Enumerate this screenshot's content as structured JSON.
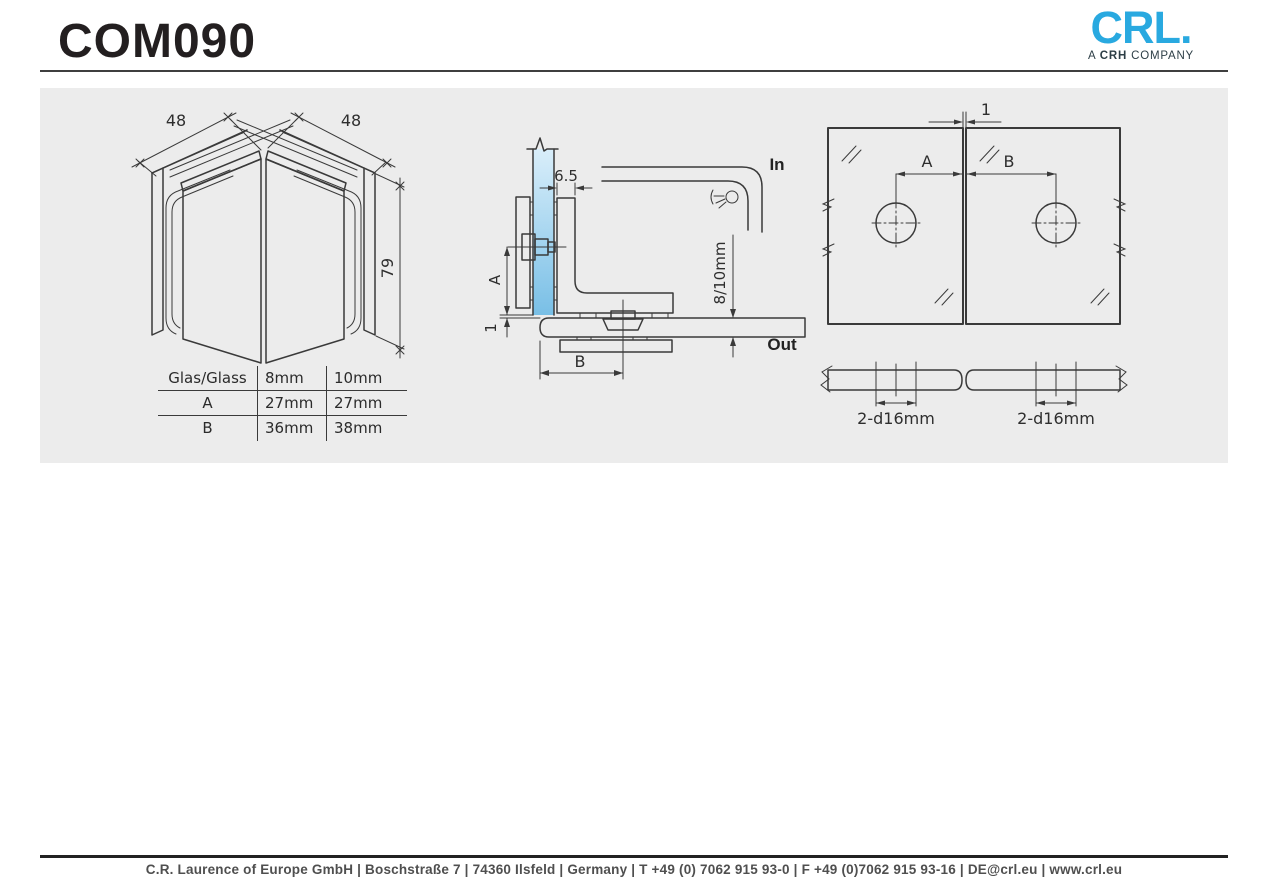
{
  "page": {
    "title": "COM090"
  },
  "logo": {
    "brand": "CRL.",
    "tagline_a": "A",
    "tagline_b": "CRH",
    "tagline_c": "COMPANY"
  },
  "iso_view": {
    "dim_left": "48",
    "dim_right": "48",
    "dim_height": "79"
  },
  "spec_table": {
    "rows": [
      [
        "Glas/Glass",
        "8mm",
        "10mm"
      ],
      [
        "A",
        "27mm",
        "27mm"
      ],
      [
        "B",
        "36mm",
        "38mm"
      ]
    ]
  },
  "section_view": {
    "dim_top": "6.5",
    "dim_a": "A",
    "dim_one": "1",
    "dim_b": "B",
    "dim_thickness": "8/10mm",
    "label_in": "In",
    "label_out": "Out"
  },
  "panel_view": {
    "dim_gap": "1",
    "dim_a": "A",
    "dim_b": "B",
    "label_left": "2-d16mm",
    "label_right": "2-d16mm"
  },
  "footer": {
    "text": "C.R. Laurence of Europe GmbH | Boschstraße 7 | 74360 Ilsfeld | Germany | T +49 (0) 7062 915 93-0 | F +49 (0)7062 915 93-16 | DE@crl.eu | www.crl.eu"
  },
  "colors": {
    "accent": "#29a9e0",
    "tagline": "#2d3e46",
    "panel_bg": "#ececec",
    "glass_light": "#d2eaf8",
    "glass_mid": "#8cc9ec",
    "line": "#3a3a3a",
    "footer_text": "#4f4f4f"
  }
}
